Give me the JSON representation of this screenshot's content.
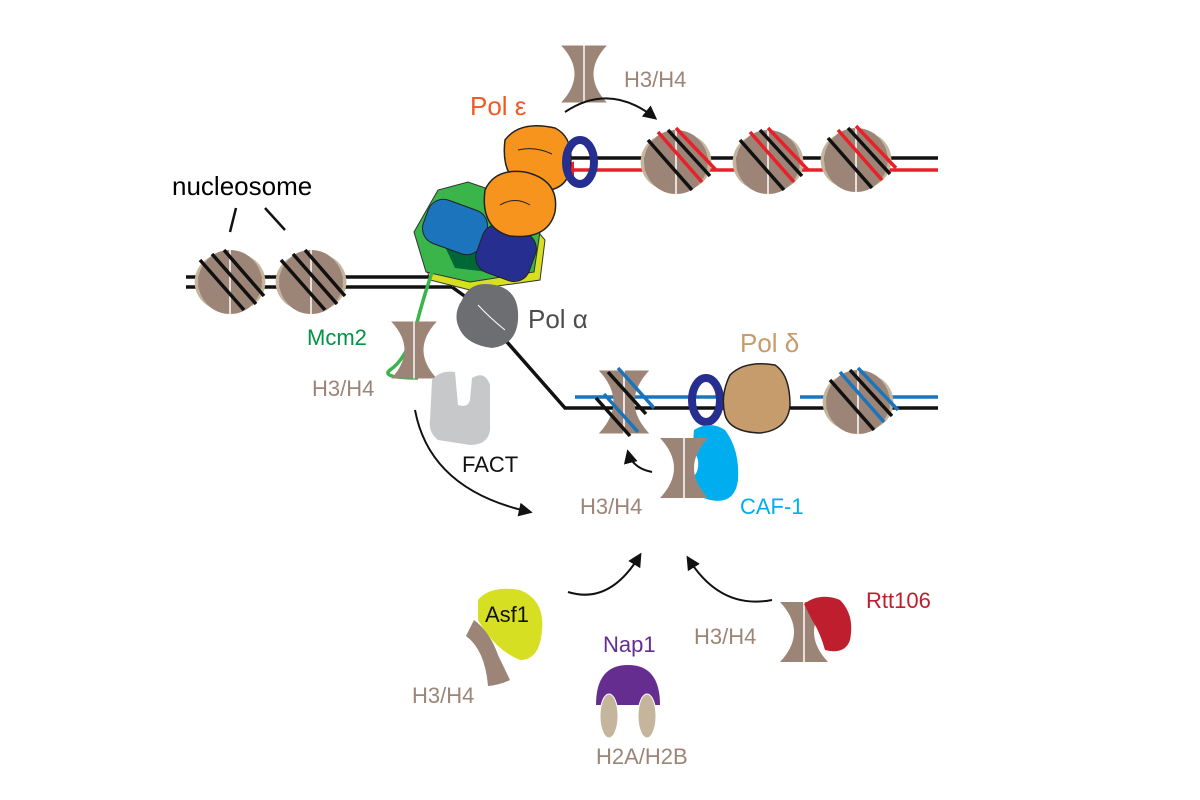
{
  "title": "Histone chaperones at the DNA replication fork",
  "colors": {
    "histone_dark": "#9c8577",
    "histone_light": "#c4b59c",
    "dna": "#111111",
    "leading_new": "#e8202a",
    "lagging_new": "#1b75bc",
    "pol_epsilon": "#f7941d",
    "pol_alpha": "#6d6e71",
    "pol_delta": "#c69c6d",
    "pcna": "#262f8f",
    "mcm_green": "#39b54a",
    "mcm_blue": "#1c75bc",
    "fact": "#c7c8ca",
    "caf1": "#00aeef",
    "asf1": "#d7df23",
    "nap1": "#662d91",
    "rtt106": "#be1e2d",
    "label_mcm2": "#009444",
    "label_pol_epsilon": "#f15a24"
  },
  "labels": {
    "nucleosome": "nucleosome",
    "pol_epsilon": "Pol ε",
    "pol_alpha": "Pol α",
    "pol_delta": "Pol δ",
    "mcm2": "Mcm2",
    "fact": "FACT",
    "caf1": "CAF-1",
    "asf1": "Asf1",
    "nap1": "Nap1",
    "rtt106": "Rtt106",
    "h3h4_top": "H3/H4",
    "h3h4_mcm2": "H3/H4",
    "h3h4_center": "H3/H4",
    "h3h4_asf1": "H3/H4",
    "h3h4_rtt106": "H3/H4",
    "h2ah2b": "H2A/H2B"
  }
}
